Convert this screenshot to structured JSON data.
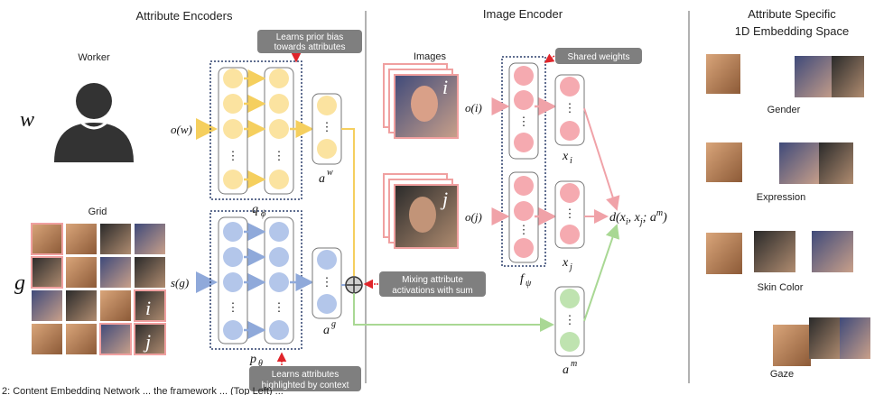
{
  "sections": {
    "attribute_encoders": "Attribute  Encoders",
    "image_encoder": "Image Encoder",
    "embedding_title_line1": "Attribute Specific",
    "embedding_title_line2": "1D Embedding Space"
  },
  "worker": {
    "label": "Worker",
    "symbol": "w"
  },
  "grid": {
    "label": "Grid",
    "symbol": "g",
    "cell_i": "i",
    "cell_j": "j"
  },
  "images": {
    "label": "Images",
    "i_letter": "i",
    "j_letter": "j"
  },
  "math": {
    "ow": "o(w)",
    "sg": "s(g)",
    "oi": "o(i)",
    "oj": "o(j)",
    "aw": "a",
    "aw_sup": "w",
    "ag": "a",
    "ag_sup": "g",
    "am": "a",
    "am_sup": "m",
    "xi": "x",
    "xi_sub": "i",
    "xj": "x",
    "xj_sub": "j",
    "q": "q",
    "q_sub": "ϕ",
    "p": "p",
    "p_sub": "θ",
    "f": "f",
    "f_sub": "ψ",
    "dist": "d(x",
    "dist_i": "i",
    "dist_mid": ", x",
    "dist_j": "j",
    "dist_end": "; a",
    "dist_m": "m",
    "dist_close": ")"
  },
  "callouts": {
    "prior_line1": "Learns prior bias",
    "prior_line2": "towards attributes",
    "shared": "Shared weights",
    "mixing_line1": "Mixing attribute",
    "mixing_line2": "activations with sum",
    "highlight_line1": "Learns attributes",
    "highlight_line2": "highlighted by context"
  },
  "embedding": {
    "gender": "Gender",
    "expression": "Expression",
    "skin": "Skin Color",
    "gaze": "Gaze"
  },
  "caption_fragment": "2: Content Embedding Network ... the framework ... (Top Left) ...",
  "ellipsis": "⋮",
  "colors": {
    "yellow": "#fbe3a0",
    "yellow_arrow": "#f5cf5e",
    "blue": "#b3c6ea",
    "blue_arrow": "#8fa9da",
    "pink": "#f5aab0",
    "pink_arrow": "#f0a2a8",
    "green": "#bfe3b0",
    "green_arrow": "#a9d894",
    "dash_box": "#2c3e6b",
    "callout_bg": "#7f7f7f",
    "red_arrow": "#e0242a"
  }
}
